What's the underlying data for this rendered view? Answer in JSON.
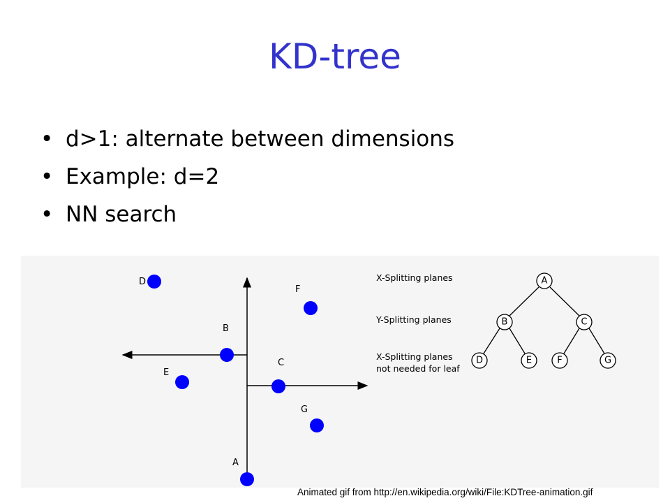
{
  "slide": {
    "title": "KD-tree",
    "bullets": [
      "d>1: alternate between dimensions",
      "Example: d=2",
      "NN search"
    ],
    "bullet_glyph": "•",
    "credit": "Animated gif from http://en.wikipedia.org/wiki/File:KDTree-animation.gif"
  },
  "figure": {
    "points": [
      "D",
      "F",
      "B",
      "E",
      "C",
      "G",
      "A"
    ],
    "legend": {
      "x_splitting": "X-Splitting planes",
      "y_splitting": "Y-Splitting planes",
      "leaf_line1": "X-Splitting planes",
      "leaf_line2": "not needed for leaf"
    },
    "tree": {
      "root": "A",
      "level1": [
        "B",
        "C"
      ],
      "level2": [
        "D",
        "E",
        "F",
        "G"
      ]
    }
  },
  "colors": {
    "title": "#3333cc",
    "point": "#0000ff",
    "panel_bg": "#f5f5f5"
  }
}
